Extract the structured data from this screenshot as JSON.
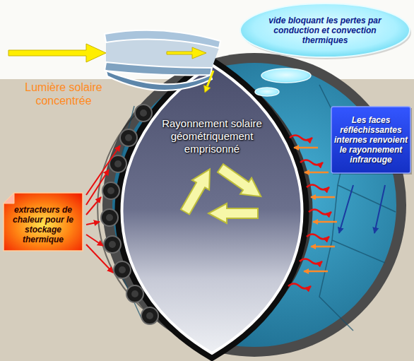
{
  "diagram": {
    "nodes": [
      {
        "text": [
          "vide bloquant les pertes par conduction et convection thermiques"
        ]
      },
      {
        "text": [
          "Les faces réfléchissantes internes renvoient le rayonnement infrarouge"
        ]
      },
      {
        "text": [
          "extracteurs de chaleur pour le stockage thermique"
        ]
      }
    ],
    "labels": [
      "Lumière solaire concentrée",
      "Rayonnement solaire géométriquement emprisonné"
    ]
  }
}
